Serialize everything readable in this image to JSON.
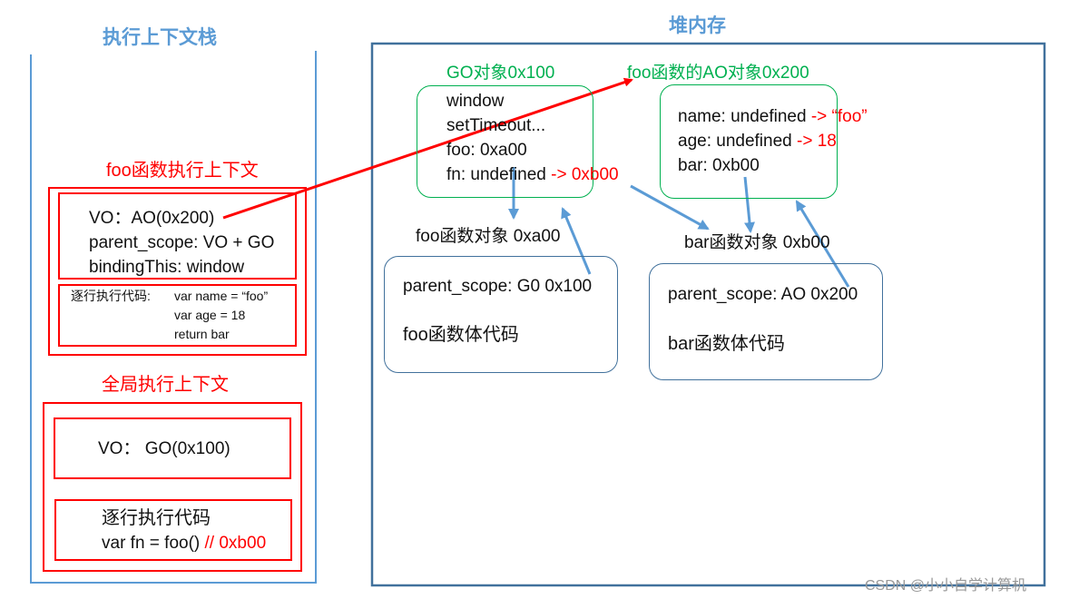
{
  "titles": {
    "stack": "执行上下文栈",
    "heap": "堆内存"
  },
  "foo_ctx": {
    "title": "foo函数执行上下文",
    "vo_label": "VO：",
    "vo_value": "AO(0x200)",
    "parent_scope": "parent_scope: VO + GO",
    "binding_this": "bindingThis: window",
    "code_label": "逐行执行代码:",
    "code_line1": "var name = “foo”",
    "code_line2": "var age = 18",
    "code_line3": "return bar"
  },
  "global_ctx": {
    "title": "全局执行上下文",
    "vo": "VO：  GO(0x100)",
    "code_label": "逐行执行代码",
    "code_main": "var fn = foo()",
    "code_comment": "// 0xb00"
  },
  "go": {
    "title": "GO对象0x100",
    "line1": "window",
    "line2": "setTimeout...",
    "line3": "foo: 0xa00",
    "line4_main": "fn: undefined",
    "line4_red": "-> 0xb00"
  },
  "ao": {
    "title": "foo函数的AO对象0x200",
    "line1_main": "name: undefined",
    "line1_red": "-> “foo”",
    "line2_main": "age: undefined",
    "line2_red": "-> 18",
    "line3": "bar: 0xb00"
  },
  "foo_obj": {
    "title": "foo函数对象 0xa00",
    "scope": "parent_scope: G0 0x100",
    "body": "foo函数体代码"
  },
  "bar_obj": {
    "title": "bar函数对象 0xb00",
    "scope": "parent_scope: AO 0x200",
    "body": "bar函数体代码"
  },
  "watermark": "CSDN @小小自学计算机",
  "colors": {
    "red": "#ff0000",
    "green": "#00b050",
    "blue": "#5b9bd5",
    "box_blue": "#41719c"
  }
}
